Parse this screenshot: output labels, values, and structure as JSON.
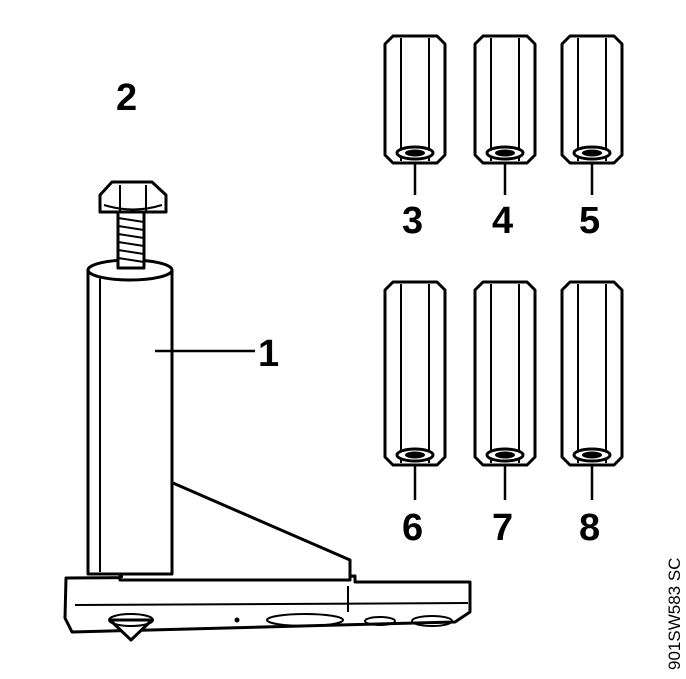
{
  "figure_code": "901SW583 SC",
  "callouts": {
    "c1": "1",
    "c2": "2",
    "c3": "3",
    "c4": "4",
    "c5": "5",
    "c6": "6",
    "c7": "7",
    "c8": "8"
  },
  "colors": {
    "ink": "#000000",
    "paper": "#ffffff"
  }
}
